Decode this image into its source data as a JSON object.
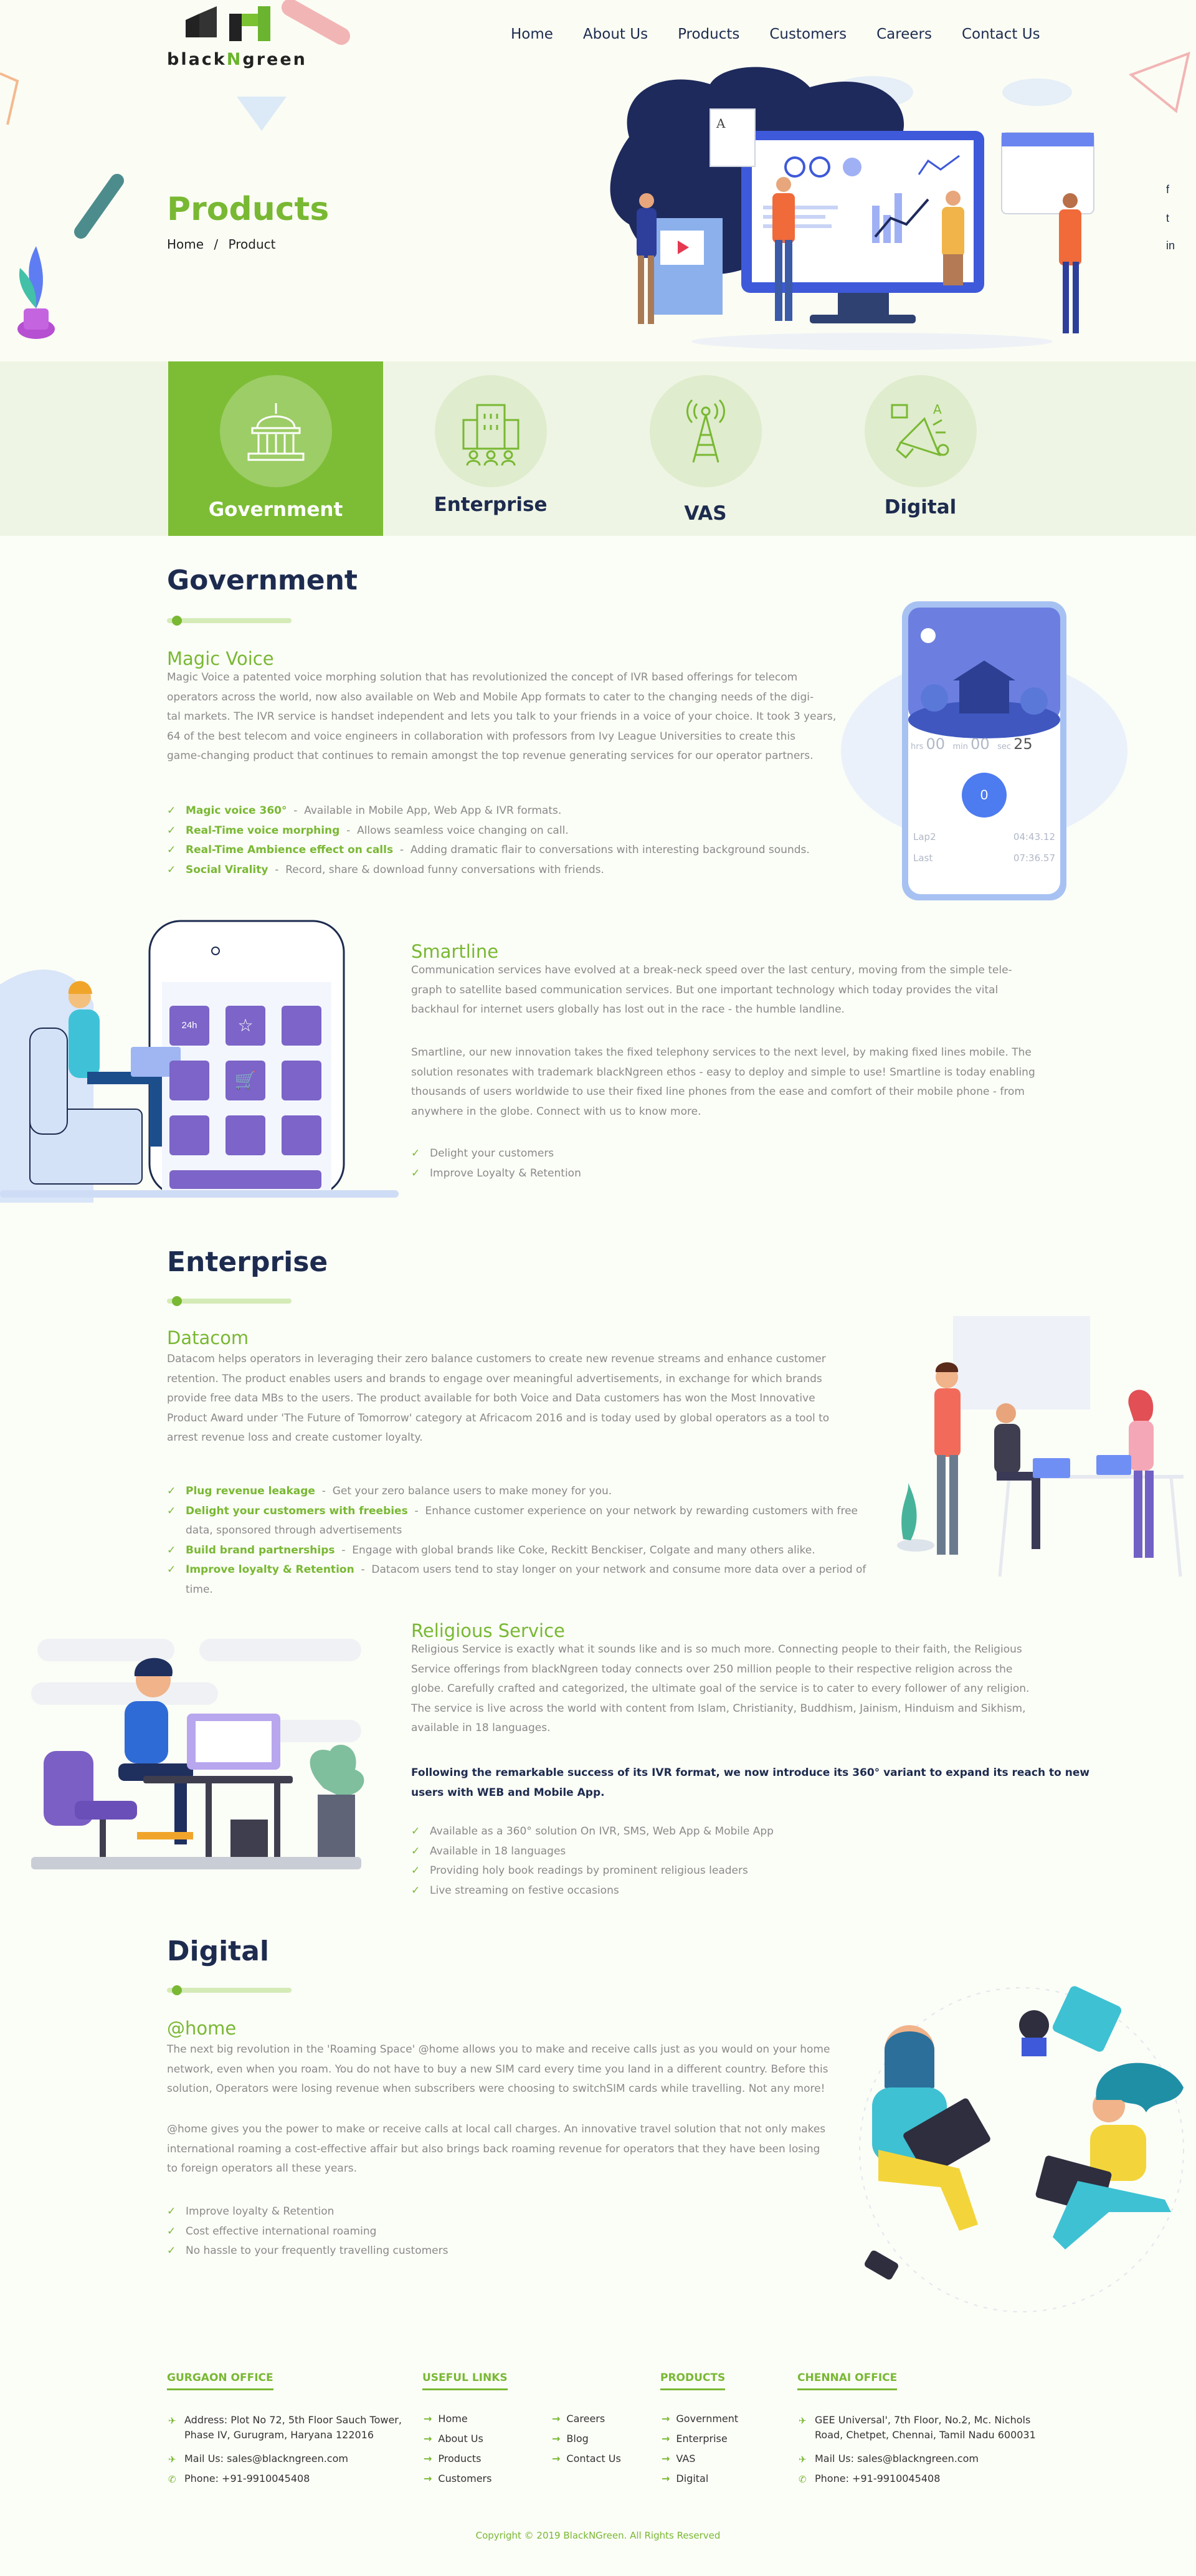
{
  "brand": {
    "logo_text_pre": "black",
    "logo_text_n": "N",
    "logo_text_post": "green"
  },
  "nav": {
    "items": [
      "Home",
      "About Us",
      "Products",
      "Customers",
      "Careers",
      "Contact Us"
    ]
  },
  "page": {
    "title": "Products",
    "breadcrumb_home": "Home",
    "breadcrumb_sep": "/",
    "breadcrumb_current": "Product"
  },
  "social": [
    "f",
    "t",
    "in"
  ],
  "tabs": [
    {
      "label": "Government",
      "icon": "government-building-icon",
      "active": true
    },
    {
      "label": "Enterprise",
      "icon": "enterprise-building-icon",
      "active": false
    },
    {
      "label": "VAS",
      "icon": "tower-icon",
      "active": false
    },
    {
      "label": "Digital",
      "icon": "megaphone-icon",
      "active": false
    }
  ],
  "government": {
    "title": "Government",
    "magic": {
      "title": "Magic Voice",
      "para": [
        "Magic Voice a patented voice morphing solution that has revolutionized the concept of IVR based offerings for telecom",
        "operators across the world, now also available on Web and Mobile App formats to cater to the changing needs of the digi-",
        "tal markets. The IVR service is handset independent and lets you talk to your friends in a voice of your choice. It took 3 years,",
        "64 of the best telecom and voice engineers in collaboration with professors from Ivy League Universities to create this",
        "game-changing product that continues to remain amongst the top revenue generating services for our operator partners."
      ],
      "features": [
        {
          "title": "Magic voice 360°",
          "text": "Available in Mobile App, Web App & IVR formats."
        },
        {
          "title": "Real-Time voice morphing",
          "text": "Allows seamless voice changing on call."
        },
        {
          "title": "Real-Time Ambience effect on calls",
          "text": "Adding dramatic flair to conversations with interesting background sounds."
        },
        {
          "title": "Social Virality",
          "text": "Record, share & download funny conversations with friends."
        }
      ],
      "phone": {
        "hrs_label": "hrs",
        "hrs": "00",
        "min_label": "min",
        "min": "00",
        "sec_label": "sec",
        "sec": "25",
        "button": "0",
        "lap2_label": "Lap2",
        "lap2": "04:43.12",
        "last_label": "Last",
        "last": "07:36.57"
      }
    },
    "smartline": {
      "title": "Smartline",
      "para1": [
        "Communication services have evolved at a break-neck speed over the last century, moving from the simple tele-",
        "graph to satellite based communication services. But one important technology which today provides the vital",
        "backhaul for internet users globally has lost out in the race - the humble landline."
      ],
      "para2": [
        "Smartline, our new innovation takes the fixed telephony services to the next level, by making fixed lines mobile. The",
        "solution resonates with trademark blackNgreen ethos - easy to deploy and simple to use! Smartline is today enabling",
        "thousands of users worldwide to use their fixed line phones from the ease and comfort of their mobile phone - from",
        "anywhere in the globe. Connect with us to know more."
      ],
      "features": [
        "Delight your customers",
        "Improve Loyalty & Retention"
      ],
      "app_icon_text": "24h"
    }
  },
  "enterprise": {
    "title": "Enterprise",
    "datacom": {
      "title": "Datacom",
      "para": [
        "Datacom helps operators in leveraging their zero balance customers to create new revenue streams and enhance customer",
        "retention. The product enables users and brands to engage over meaningful advertisements, in exchange for which brands",
        "provide free data MBs to the users. The product available for both Voice and Data customers has won the Most Innovative",
        "Product Award under 'The Future of Tomorrow' category at Africacom 2016 and is today used by global operators as a tool to",
        "arrest revenue loss and create customer loyalty."
      ],
      "features": [
        {
          "title": "Plug revenue leakage",
          "text": "Get your zero balance users to make money for you.",
          "cont": ""
        },
        {
          "title": "Delight your customers with freebies",
          "text": "Enhance customer experience on your network by rewarding customers with free",
          "cont": "data, sponsored through advertisements"
        },
        {
          "title": "Build brand partnerships",
          "text": "Engage with global brands like Coke, Reckitt Benckiser, Colgate and many others alike.",
          "cont": ""
        },
        {
          "title": "Improve loyalty & Retention",
          "text": "Datacom users tend to stay longer on your network and consume more data over a period of time.",
          "cont": ""
        }
      ]
    },
    "religious": {
      "title": "Religious Service",
      "para": [
        "Religious Service is exactly what it sounds like and is so much more. Connecting people to their faith, the Religious",
        "Service offerings from blackNgreen today connects over 250 million people to their respective religion across the",
        "globe. Carefully crafted and categorized, the ultimate goal of the service is to cater to every follower of any religion.",
        "The service is live across the world with content from Islam, Christianity, Buddhism, Jainism, Hinduism and Sikhism,",
        "available in 18 languages."
      ],
      "bold": [
        "Following the remarkable success of its IVR format, we now introduce its 360° variant to expand its reach to new",
        "users with WEB and Mobile App."
      ],
      "features": [
        "Available as a 360° solution On IVR, SMS, Web App & Mobile App",
        "Available in 18 languages",
        "Providing holy book readings by prominent religious leaders",
        "Live streaming on festive occasions"
      ]
    }
  },
  "digital": {
    "title": "Digital",
    "home": {
      "title": "@home",
      "para1": [
        "The next big revolution in the 'Roaming Space' @home allows you to make and receive calls just as you would on your home",
        "network, even when you roam. You do not have to buy a new SIM card every time you land in a different country. Before this",
        "solution, Operators were losing revenue when subscribers were choosing to switchSIM cards while travelling. Not any more!"
      ],
      "para2": [
        "@home gives you the power to make or receive calls at local call charges. An innovative travel solution that not only makes",
        "international roaming a cost-effective affair but also brings back roaming revenue for operators that they have been losing",
        "to foreign operators all these years."
      ],
      "features": [
        "Improve loyalty & Retention",
        "Cost effective international roaming",
        "No hassle to your frequently travelling customers"
      ]
    }
  },
  "footer": {
    "gurgaon": {
      "head": "GURGAON  OFFICE",
      "address_label": "Address:",
      "address": [
        "Plot No 72, 5th Floor Sauch Tower,",
        "Phase IV, Gurugram, Haryana 122016"
      ],
      "mail_label": "Mail Us:",
      "mail": "sales@blackngreen.com",
      "phone_label": "Phone:",
      "phone": "+91-9910045408"
    },
    "links": {
      "head": "USEFUL LINKS",
      "col1": [
        "Home",
        "About Us",
        "Products",
        "Customers"
      ],
      "col2": [
        "Careers",
        "Blog",
        "Contact Us"
      ]
    },
    "products": {
      "head": "PRODUCTS",
      "items": [
        "Government",
        "Enterprise",
        "VAS",
        "Digital"
      ]
    },
    "chennai": {
      "head": "CHENNAI OFFICE",
      "address": [
        "GEE Universal', 7th Floor, No.2, Mc. Nichols",
        "Road, Chetpet, Chennai, Tamil Nadu 600031"
      ],
      "mail_label": "Mail Us:",
      "mail": "sales@blackngreen.com",
      "phone_label": "Phone:",
      "phone": "+91-9910045408"
    },
    "copyright": "Copyright © 2019 BlackNGreen. All Rights Reserved"
  },
  "colors": {
    "green": "#79b833",
    "navy": "#1d2b4f",
    "purple": "#7b5fc4",
    "tab_bg": "#eff5e4"
  }
}
